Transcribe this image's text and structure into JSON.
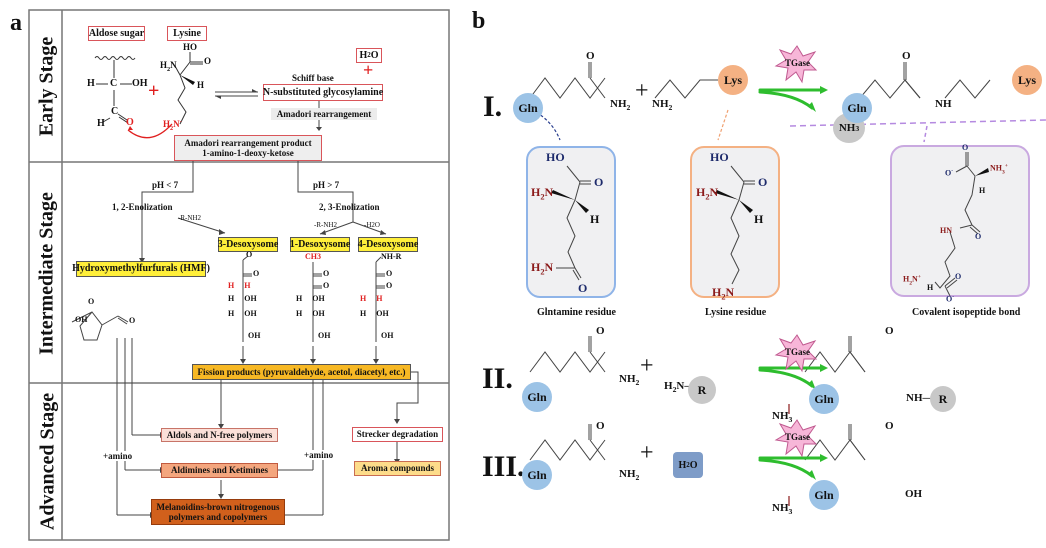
{
  "panel_a": {
    "letter": "a",
    "stages": [
      "Early Stage",
      "Intermediate Stage",
      "Advanced Stage"
    ],
    "early": {
      "aldose_label": "Aldose sugar",
      "lysine_label": "Lysine",
      "h2o_label": "H2O",
      "schiff_base": "Schiff base",
      "glycosylamine": "N-substituted glycosylamine",
      "amadori_rearr": "Amadori rearrangement",
      "amadori_product_line1": "Amadori rearrangement product",
      "amadori_product_line2": "1-amino-1-deoxy-ketose",
      "plus": "+"
    },
    "intermediate": {
      "ph_low": "pH < 7",
      "ph_high": "pH > 7",
      "enol12": "1, 2-Enolization",
      "enol23": "2, 3-Enolization",
      "minus_rnh2_a": "-R-NH2",
      "minus_rnh2_b": "-R-NH2",
      "minus_h2o": "-H2O",
      "hmf": "Hydroxymethylfurfurals (HMF)",
      "desox3": "3-Desoxysome",
      "desox1": "1-Desoxysome",
      "desox4": "4-Desoxysome",
      "fission": "Fission products (pyruvaldehyde, acetol, diacetyl, etc.)",
      "ch3": "CH3",
      "nhr": "NH-R"
    },
    "advanced": {
      "aldols": "Aldols and N-free polymers",
      "aldimines": "Aldimines and Ketimines",
      "melanoidins_line1": "Melanoidins-brown nitrogenous",
      "melanoidins_line2": "polymers and copolymers",
      "strecker": "Strecker degradation",
      "aroma": "Aroma compounds",
      "amino_left": "+amino",
      "amino_right": "+amino"
    }
  },
  "panel_b": {
    "letter": "b",
    "enzyme": "TGase",
    "ammonia": "NH3",
    "reactions": [
      {
        "numeral": "I.",
        "reactant1": "Gln",
        "reactant1_group": "NH2",
        "reactant2": "Lys",
        "reactant2_group": "NH2",
        "product_left": "Gln",
        "product_link": "NH",
        "product_right": "Lys"
      },
      {
        "numeral": "II.",
        "reactant1": "Gln",
        "reactant1_group": "NH2",
        "reactant2": "H2N—R",
        "product_left": "Gln",
        "product_link": "NH—",
        "product_right": "R"
      },
      {
        "numeral": "III.",
        "reactant1": "Gln",
        "reactant1_group": "NH2",
        "reactant2": "H2O",
        "product_left": "Gln",
        "product_link": "OH"
      }
    ],
    "residues": {
      "glutamine_caption": "Glntamine residue",
      "lysine_caption": "Lysine residue",
      "isopeptide_caption": "Covalent isopeptide bond"
    }
  }
}
